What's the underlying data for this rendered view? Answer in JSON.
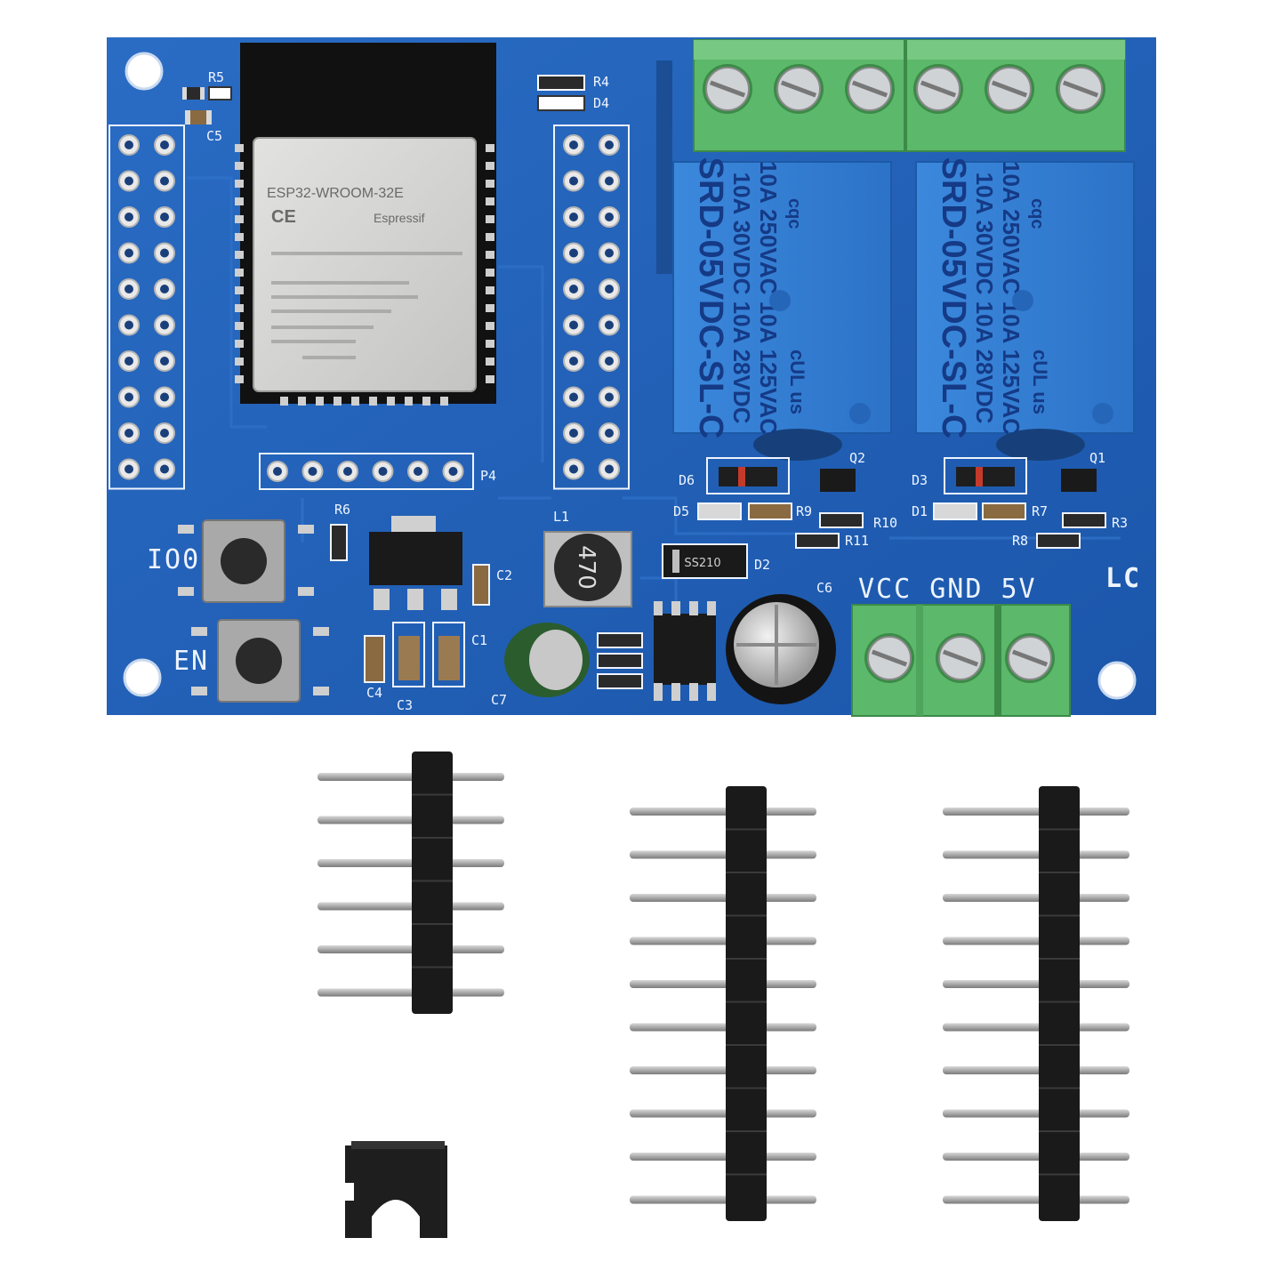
{
  "board": {
    "module_label": "ESP32-WROOM-32E",
    "module_lines": [
      "CE",
      "Espressif"
    ],
    "buttons": [
      "IO0",
      "EN"
    ],
    "terminal_label": "VCC GND 5V",
    "logo": "LC",
    "silkscreen": {
      "r5": "R5",
      "c5": "C5",
      "r4": "R4",
      "d4": "D4",
      "p4": "P4",
      "r6": "R6",
      "l1": "L1",
      "c2": "C2",
      "c1": "C1",
      "c3": "C3",
      "c4": "C4",
      "c7": "C7",
      "c6": "C6",
      "d2": "D2",
      "d6": "D6",
      "d5": "D5",
      "d3": "D3",
      "d1": "D1",
      "q2": "Q2",
      "q1": "Q1",
      "r9": "R9",
      "r10": "R10",
      "r11": "R11",
      "r7": "R7",
      "r3": "R3",
      "r8": "R8"
    },
    "inductor_label": "470",
    "diode_label": "SS210"
  },
  "relays": [
    {
      "brand": "cqc",
      "model": "SRD-05VDC-SL-C",
      "rating_1": "10A 250VAC  10A 125VAC",
      "rating_2": "10A  30VDC  10A  28VDC",
      "cert": "cUL us"
    },
    {
      "brand": "cqc",
      "model": "SRD-05VDC-SL-C",
      "rating_1": "10A 250VAC  10A 125VAC",
      "rating_2": "10A  30VDC  10A  28VDC",
      "cert": "cUL us"
    }
  ],
  "accessories": {
    "headers": [
      {
        "name": "6-pin header",
        "pins": 6
      },
      {
        "name": "10-pin header",
        "pins": 10
      },
      {
        "name": "10-pin header",
        "pins": 10
      }
    ],
    "jumper": "jumper cap"
  },
  "colors": {
    "pcb": "#1f5fb8",
    "terminal": "#5cb86a",
    "relay": "#2f7bd4",
    "header": "#1a1a1a"
  }
}
